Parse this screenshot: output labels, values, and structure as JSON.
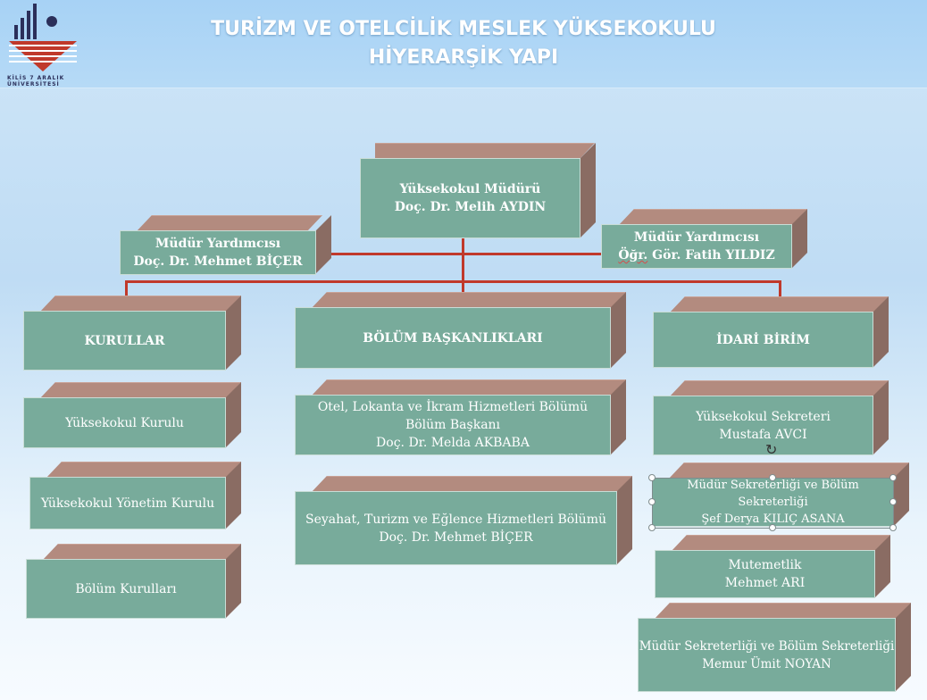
{
  "header": {
    "title_line1": "TURİZM VE OTELCİLİK MESLEK YÜKSEKOKULU",
    "title_line2": "HİYERARŞİK YAPI"
  },
  "logo": {
    "line1": "KİLİS 7 ARALIK",
    "line2": "ÜNİVERSİTESİ",
    "icon": "university-logo-icon"
  },
  "chart": {
    "director": {
      "title": "Yüksekokul Müdürü",
      "name": "Doç. Dr. Melih AYDIN"
    },
    "deputy_left": {
      "title": "Müdür Yardımcısı",
      "name": "Doç. Dr. Mehmet BİÇER"
    },
    "deputy_right": {
      "title": "Müdür Yardımcısı",
      "name_prefix": "Öğr.",
      "name_rest": " Gör. Fatih YILDIZ"
    },
    "columns": {
      "kurullar": {
        "label": "KURULLAR",
        "items": [
          "Yüksekokul Kurulu",
          "Yüksekokul Yönetim Kurulu",
          "Bölüm Kurulları"
        ]
      },
      "bolum": {
        "label": "BÖLÜM BAŞKANLIKLARI",
        "items": [
          {
            "line1": "Otel, Lokanta ve İkram Hizmetleri Bölümü",
            "line2": "Bölüm Başkanı",
            "line3": "Doç.  Dr. Melda AKBABA"
          },
          {
            "line1": "Seyahat, Turizm  ve Eğlence Hizmetleri Bölümü",
            "line2": "Doç. Dr. Mehmet BİÇER"
          }
        ]
      },
      "idari": {
        "label": "İDARİ BİRİM",
        "items": [
          {
            "line1": "Yüksekokul Sekreteri",
            "line2": "Mustafa AVCI"
          },
          {
            "line1": "Müdür Sekreterliği ve Bölüm Sekreterliği",
            "line2": "Şef Derya KILIÇ ASANA"
          },
          {
            "line1": "Mutemetlik",
            "line2": "Mehmet ARI"
          },
          {
            "line1": "Müdür Sekreterliği ve Bölüm Sekreterliği",
            "line2": "Memur Ümit NOYAN"
          }
        ]
      }
    }
  },
  "colors": {
    "box_face": "#78ab9b",
    "box_top": "#b38b7f",
    "box_side": "#8a6c63",
    "connector": "#c0392b",
    "title_text": "#ffffff"
  }
}
